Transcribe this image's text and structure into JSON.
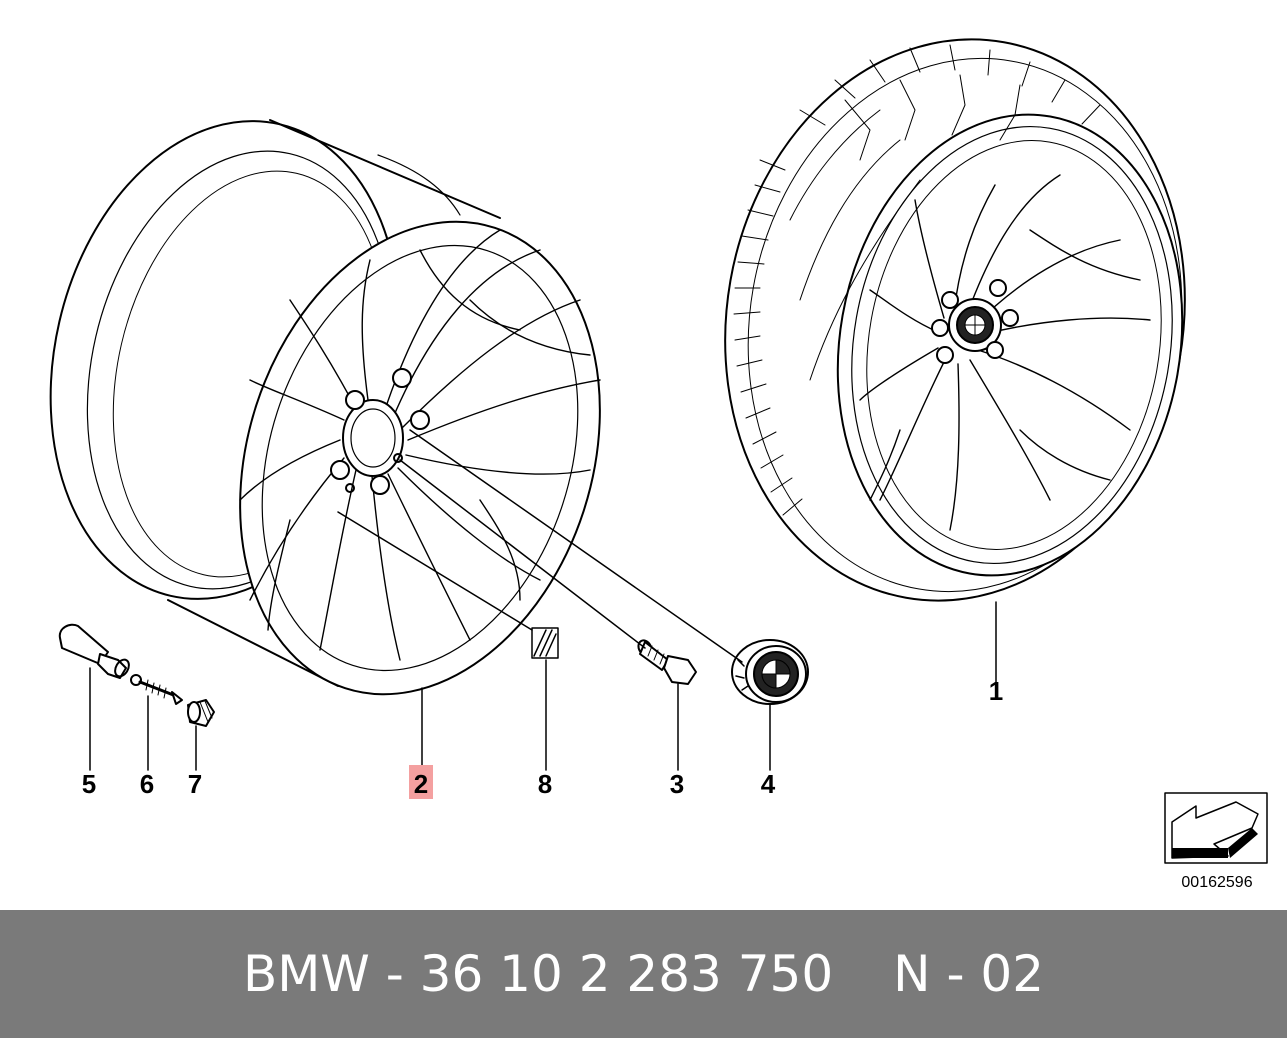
{
  "diagram": {
    "callouts": [
      {
        "id": "label-1",
        "text": "1"
      },
      {
        "id": "label-2",
        "text": "2"
      },
      {
        "id": "label-3",
        "text": "3"
      },
      {
        "id": "label-4",
        "text": "4"
      },
      {
        "id": "label-5",
        "text": "5"
      },
      {
        "id": "label-6",
        "text": "6"
      },
      {
        "id": "label-7",
        "text": "7"
      },
      {
        "id": "label-8",
        "text": "8"
      }
    ],
    "highlight_color": "#f4a0a0",
    "figure_number": "00162596",
    "logo_text": "BMW"
  },
  "footer": {
    "part_number": "BMW - 36 10 2 283 750",
    "suffix": "N - 02"
  }
}
